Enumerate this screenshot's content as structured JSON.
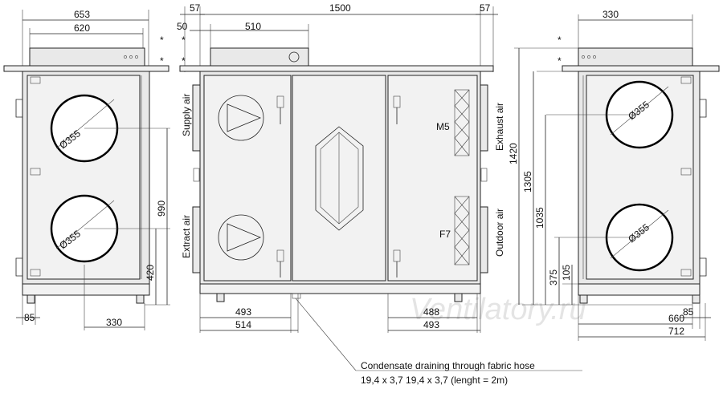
{
  "dims": {
    "d653": "653",
    "d620": "620",
    "d57a": "57",
    "d50": "50",
    "d510": "510",
    "d1500": "1500",
    "d57b": "57",
    "d330top": "330",
    "d990": "990",
    "d420": "420",
    "d85left": "85",
    "d330bottom": "330",
    "d493a": "493",
    "d514": "514",
    "d488": "488",
    "d493b": "493",
    "d1420": "1420",
    "d1305": "1305",
    "d1035": "1035",
    "d375": "375",
    "d105": "105",
    "d660": "660",
    "d712": "712",
    "d85right": "85",
    "dia1": "Ø355",
    "dia2": "Ø355",
    "dia3": "Ø355",
    "dia4": "Ø355",
    "star": "*"
  },
  "labels": {
    "supply": "Supply air",
    "extract": "Extract air",
    "exhaust": "Exhaust air",
    "outdoor": "Outdoor air",
    "filter_m5": "M5",
    "filter_f7": "F7",
    "condensate_title": "Condensate draining through fabric hose",
    "condensate_sizes": "19,4 x 3,7 19,4 x 3,7 (lenght = 2m)"
  },
  "watermark": "Ventilatory.ru"
}
